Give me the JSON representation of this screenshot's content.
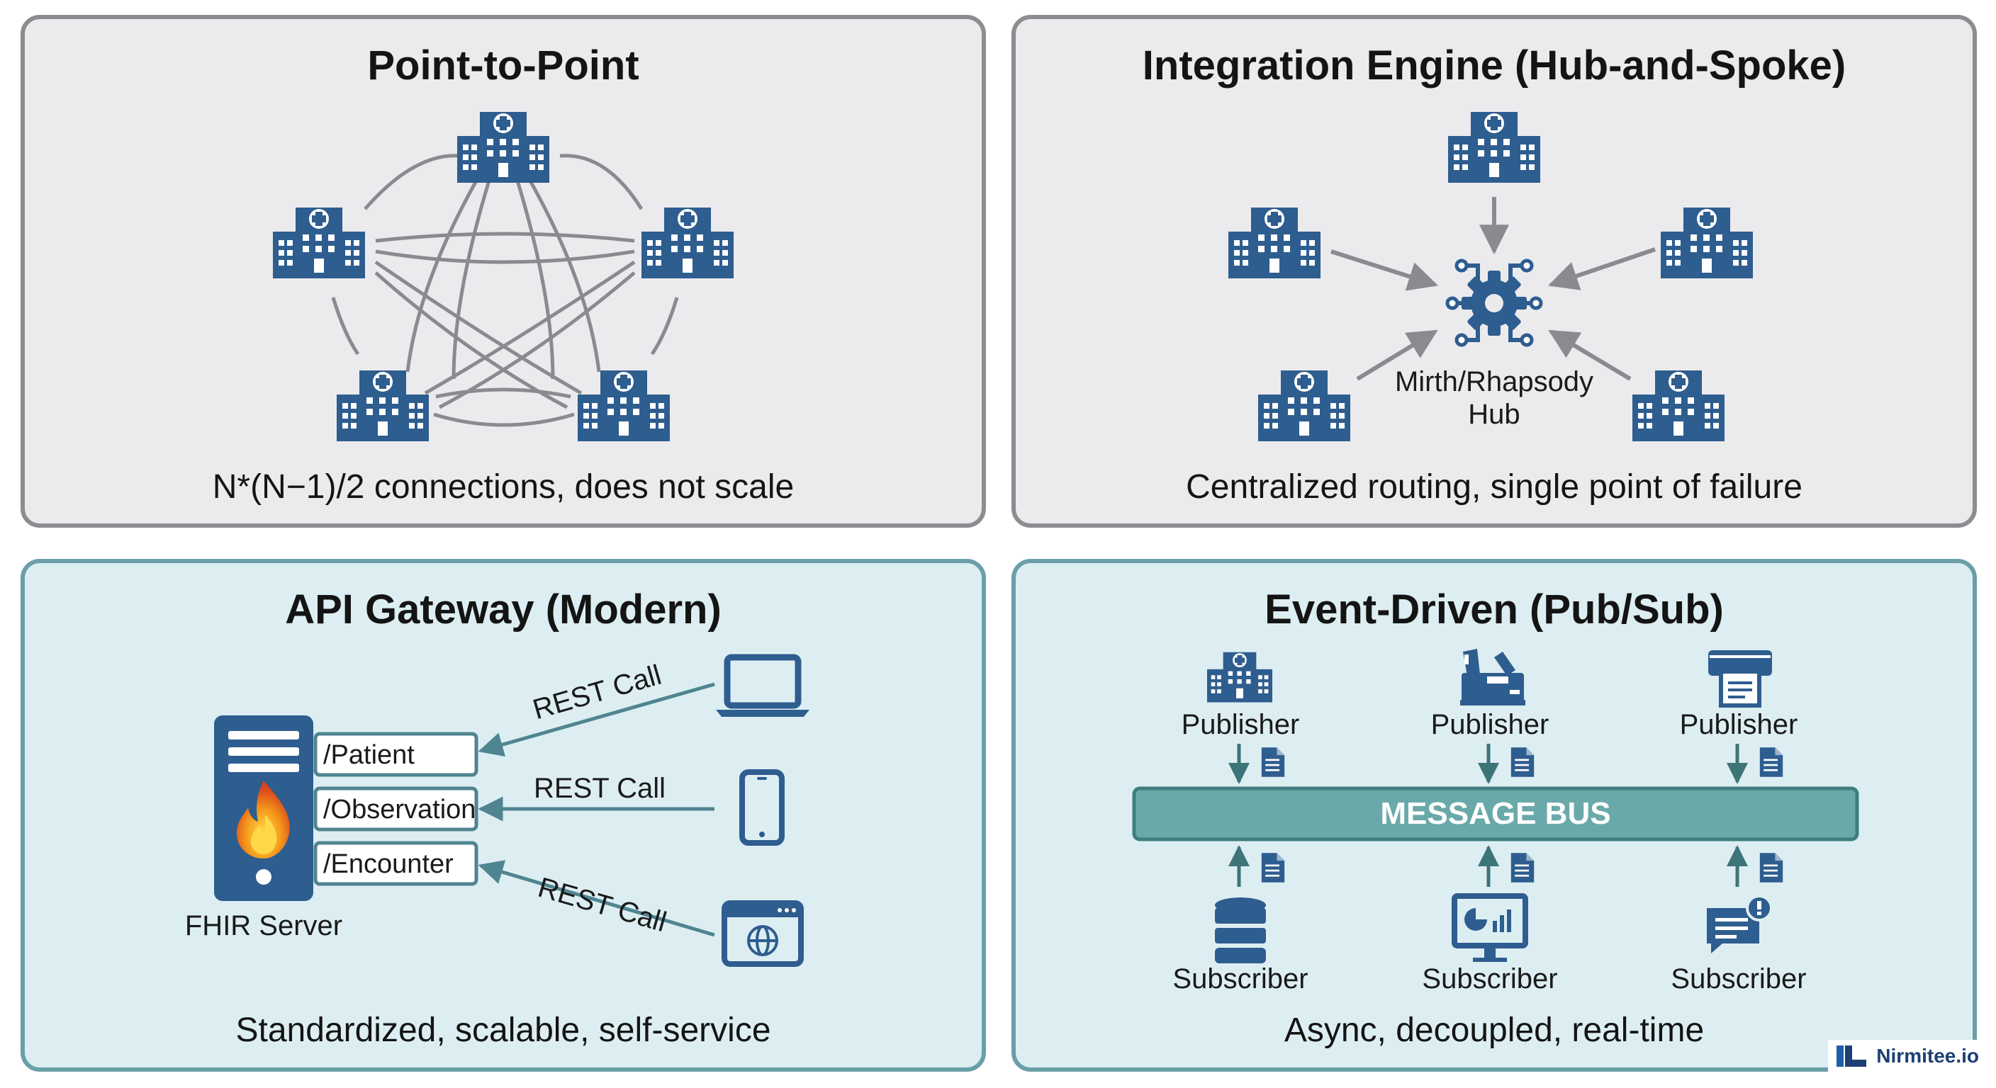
{
  "panels": {
    "p2p": {
      "title": "Point-to-Point",
      "caption": "N*(N−1)/2 connections, does not scale"
    },
    "hub": {
      "title": "Integration Engine (Hub-and-Spoke)",
      "hub_label_line1": "Mirth/Rhapsody",
      "hub_label_line2": "Hub",
      "caption": "Centralized routing, single point of failure"
    },
    "gateway": {
      "title": "API Gateway (Modern)",
      "server_label": "FHIR Server",
      "endpoints": [
        "/Patient",
        "/Observation",
        "/Encounter"
      ],
      "calls": [
        "REST Call",
        "REST Call",
        "REST Call"
      ],
      "caption": "Standardized, scalable, self-service"
    },
    "event": {
      "title": "Event-Driven (Pub/Sub)",
      "publisher_labels": [
        "Publisher",
        "Publisher",
        "Publisher"
      ],
      "subscriber_labels": [
        "Subscriber",
        "Subscriber",
        "Subscriber"
      ],
      "bus_label": "MESSAGE BUS",
      "caption": "Async, decoupled, real-time"
    }
  },
  "brand": {
    "name": "Nirmitee.io"
  },
  "icons": {
    "hospital": "hospital-building-icon",
    "hub": "gear-circuit-icon",
    "server": "server-icon",
    "flame": "flame-icon",
    "laptop": "laptop-icon",
    "phone": "smartphone-icon",
    "browser": "browser-globe-icon",
    "document": "document-icon",
    "lab": "microscope-lab-icon",
    "printer": "printer-icon",
    "database": "database-icon",
    "dashboard": "dashboard-monitor-icon",
    "alert": "chat-alert-icon"
  },
  "colors": {
    "icon_blue": "#2e5d8f",
    "panel_gray_bg": "#ebebed",
    "panel_gray_border": "#8c8c91",
    "panel_teal_bg": "#ddeef2",
    "panel_teal_border": "#6a9fa8",
    "bus_fill": "#6aa9a9",
    "bus_border": "#3f7e80",
    "gateway_line": "#4f8590",
    "connector_gray": "#8a8a8f"
  }
}
